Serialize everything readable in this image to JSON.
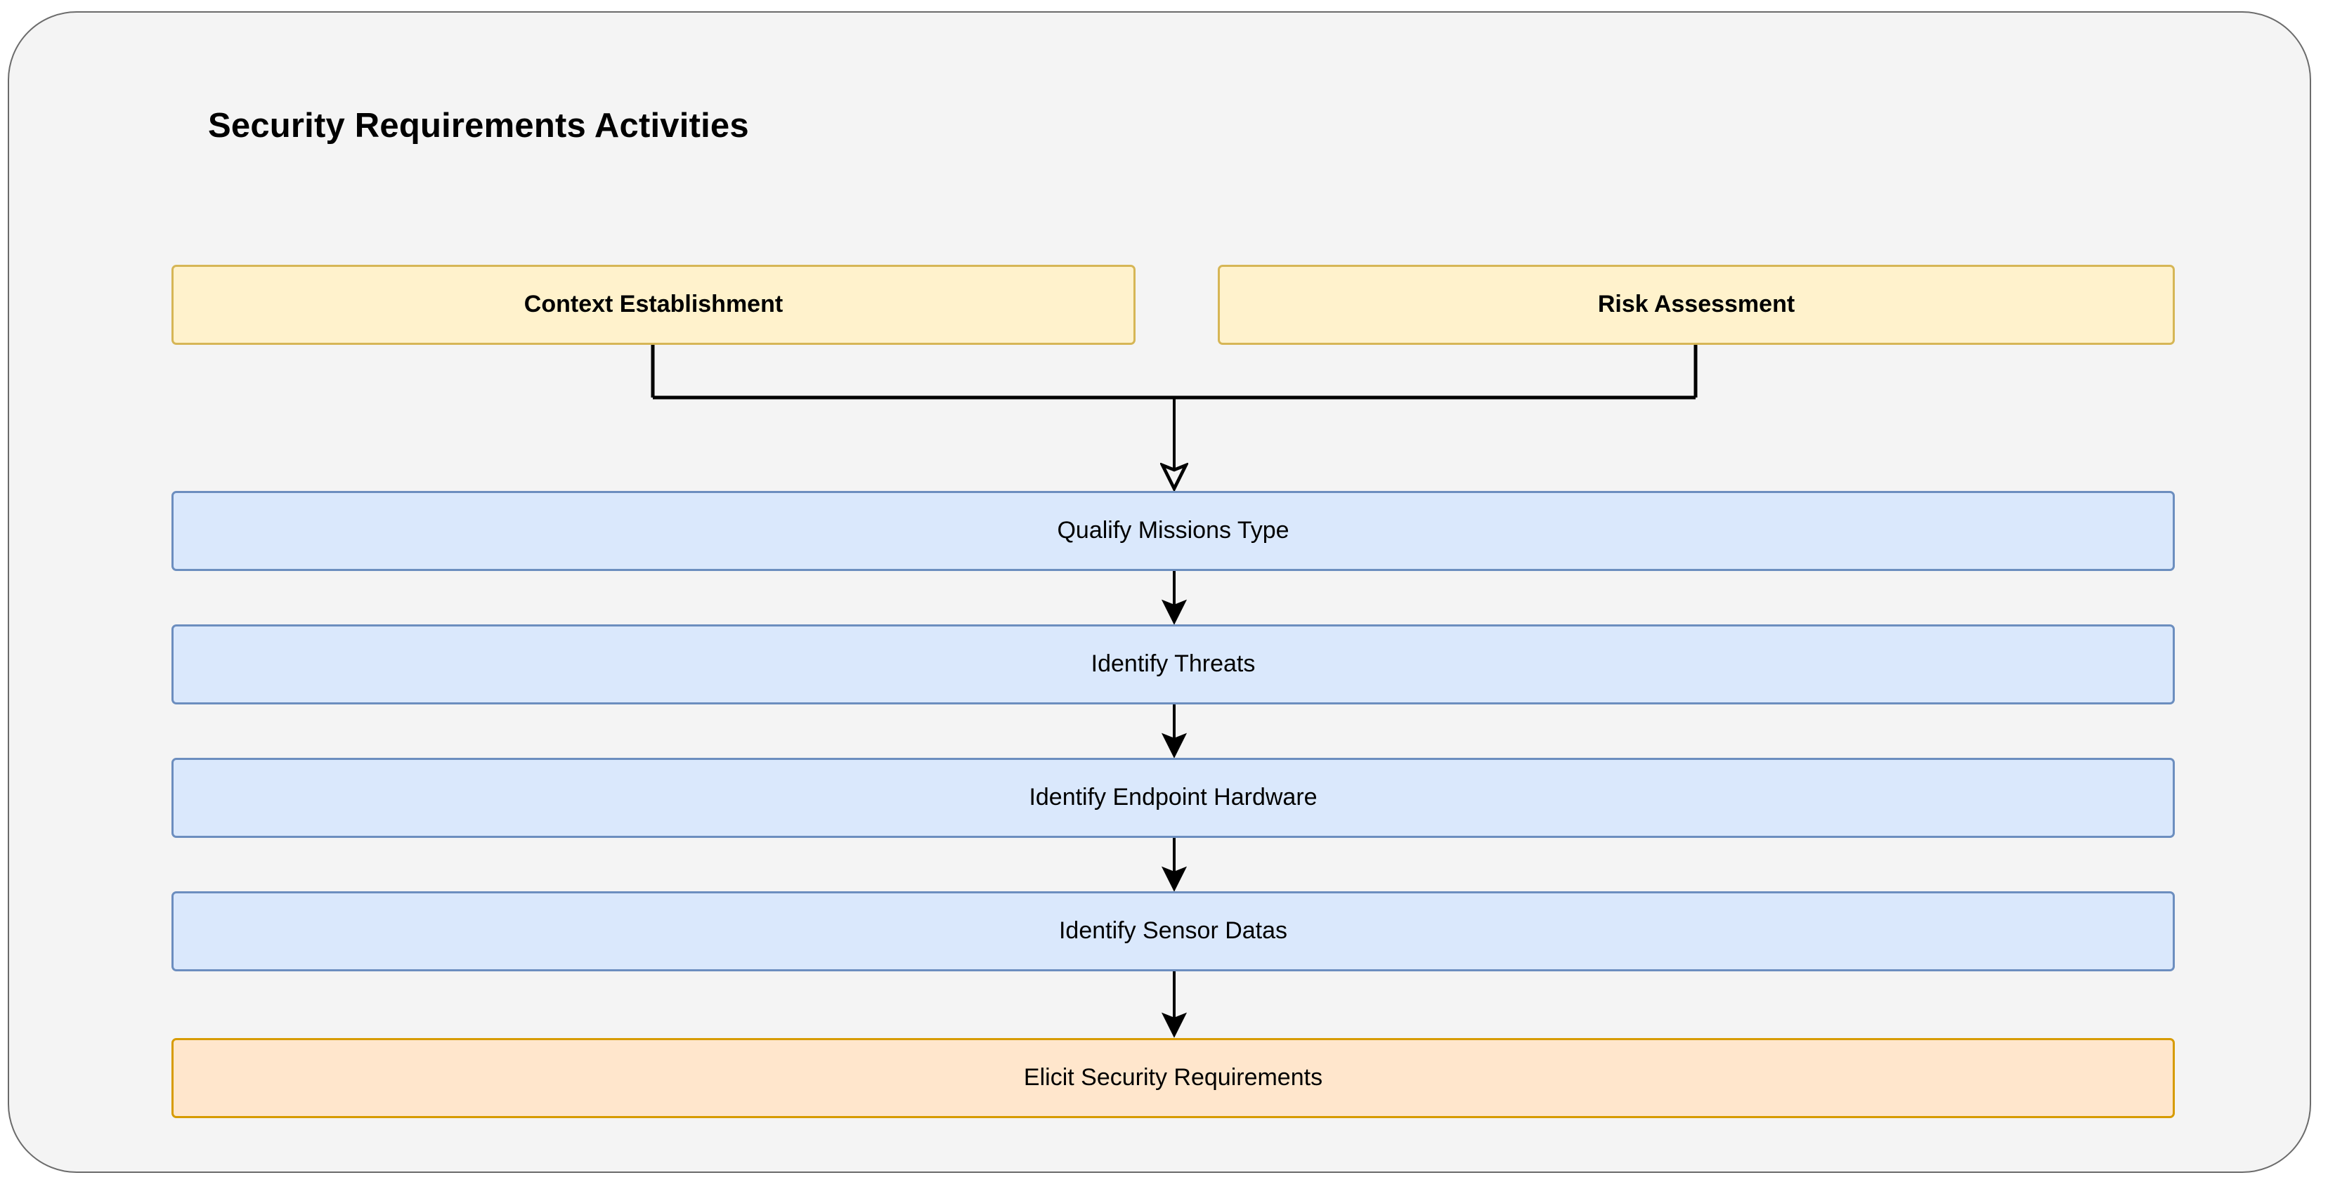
{
  "diagram": {
    "title": "Security Requirements Activities",
    "container": {
      "fill": "#f4f4f4",
      "border": "#6b6b6b"
    },
    "palette": {
      "yellow_fill": "#fff2cc",
      "yellow_border": "#d6b656",
      "blue_fill": "#dae8fc",
      "blue_border": "#6c8ebf",
      "orange_fill": "#ffe6cc",
      "orange_border": "#d79b00",
      "edge_color": "#000000"
    },
    "inputs": [
      {
        "id": "context-establishment",
        "label": "Context Establishment",
        "style": "yellow"
      },
      {
        "id": "risk-assessment",
        "label": "Risk Assessment",
        "style": "yellow"
      }
    ],
    "steps": [
      {
        "id": "qualify-missions-type",
        "label": "Qualify Missions Type",
        "style": "blue"
      },
      {
        "id": "identify-threats",
        "label": "Identify Threats",
        "style": "blue"
      },
      {
        "id": "identify-endpoint-hardware",
        "label": "Identify Endpoint Hardware",
        "style": "blue"
      },
      {
        "id": "identify-sensor-datas",
        "label": "Identify Sensor Datas",
        "style": "blue"
      }
    ],
    "output": {
      "id": "elicit-security-requirements",
      "label": "Elicit Security Requirements",
      "style": "orange"
    },
    "edges": [
      {
        "from": "context-establishment",
        "to": "qualify-missions-type",
        "arrowhead": "open"
      },
      {
        "from": "risk-assessment",
        "to": "qualify-missions-type",
        "arrowhead": "open"
      },
      {
        "from": "qualify-missions-type",
        "to": "identify-threats",
        "arrowhead": "filled"
      },
      {
        "from": "identify-threats",
        "to": "identify-endpoint-hardware",
        "arrowhead": "filled"
      },
      {
        "from": "identify-endpoint-hardware",
        "to": "identify-sensor-datas",
        "arrowhead": "filled"
      },
      {
        "from": "identify-sensor-datas",
        "to": "elicit-security-requirements",
        "arrowhead": "filled"
      }
    ]
  }
}
